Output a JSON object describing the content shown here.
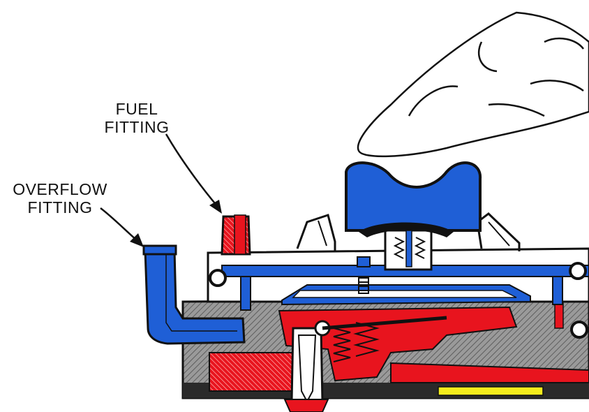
{
  "labels": {
    "fuel_line1": "FUEL",
    "fuel_line2": "FITTING",
    "overflow_line1": "OVERFLOW",
    "overflow_line2": "FITTING"
  },
  "colors": {
    "fuel": "#e8141e",
    "air": "#1f5fd6",
    "body": "#8c8c8c",
    "housing": "#ffffff",
    "outline": "#111111",
    "seal": "#f4ec1c"
  },
  "icons": {
    "finger": "finger-pressing-primer-icon"
  }
}
